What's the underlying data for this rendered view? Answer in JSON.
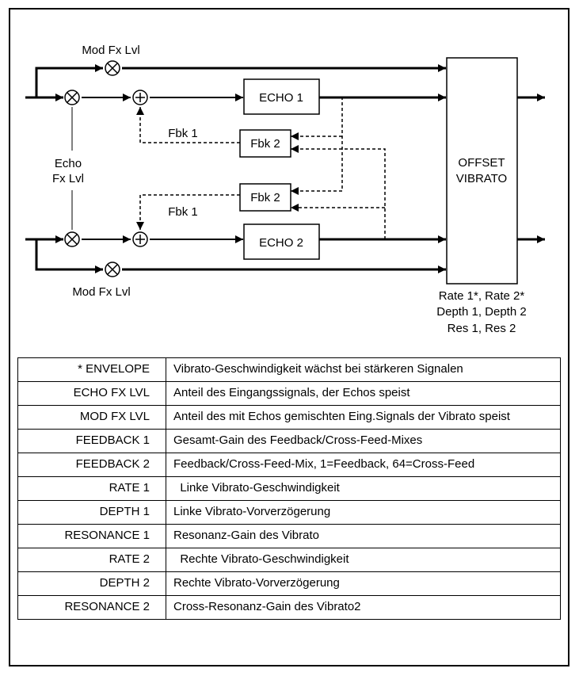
{
  "diagram": {
    "labels": {
      "mod_fx_lvl_top": "Mod Fx Lvl",
      "echo_fx_lvl_1": "Echo",
      "echo_fx_lvl_2": "Fx Lvl",
      "mod_fx_lvl_bottom": "Mod Fx Lvl",
      "fbk1_top": "Fbk 1",
      "fbk1_bottom": "Fbk 1"
    },
    "blocks": {
      "echo1": "ECHO 1",
      "echo2": "ECHO 2",
      "fbk2_top": "Fbk 2",
      "fbk2_bottom": "Fbk 2",
      "vibrato_1": "OFFSET",
      "vibrato_2": "VIBRATO"
    },
    "vibrato_params": [
      "Rate 1*, Rate 2*",
      "Depth 1, Depth 2",
      "Res 1, Res 2"
    ]
  },
  "params": [
    {
      "name": "* ENVELOPE",
      "desc": "Vibrato-Geschwindigkeit wächst bei stärkeren Signalen"
    },
    {
      "name": "ECHO FX LVL",
      "desc": "Anteil des Eingangssignals, der Echos speist"
    },
    {
      "name": "MOD FX LVL",
      "desc": "Anteil des mit Echos gemischten Eing.Signals der Vibrato speist"
    },
    {
      "name": "FEEDBACK 1",
      "desc": "Gesamt-Gain des Feedback/Cross-Feed-Mixes"
    },
    {
      "name": "FEEDBACK 2",
      "desc": "Feedback/Cross-Feed-Mix, 1=Feedback, 64=Cross-Feed"
    },
    {
      "name": "RATE 1",
      "desc": "  Linke Vibrato-Geschwindigkeit"
    },
    {
      "name": "DEPTH 1",
      "desc": "Linke Vibrato-Vorverzögerung"
    },
    {
      "name": "RESONANCE 1",
      "desc": "Resonanz-Gain des Vibrato"
    },
    {
      "name": "RATE 2",
      "desc": "  Rechte Vibrato-Geschwindigkeit"
    },
    {
      "name": "DEPTH 2",
      "desc": "Rechte Vibrato-Vorverzögerung"
    },
    {
      "name": "RESONANCE 2",
      "desc": "Cross-Resonanz-Gain des Vibrato2"
    }
  ]
}
